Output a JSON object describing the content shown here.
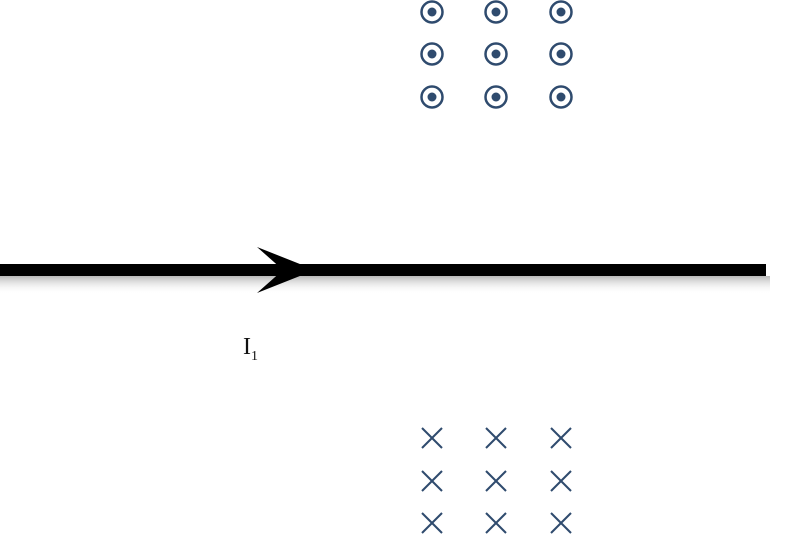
{
  "current": {
    "symbol": "I",
    "subscript": "1",
    "direction": "right"
  },
  "field_above": {
    "symbol": "dot",
    "meaning": "out-of-page",
    "rows": 3,
    "cols": 3
  },
  "field_below": {
    "symbol": "cross",
    "meaning": "into-page",
    "rows": 3,
    "cols": 3
  },
  "colors": {
    "wire": "#000000",
    "field": "#2f4b6e"
  }
}
